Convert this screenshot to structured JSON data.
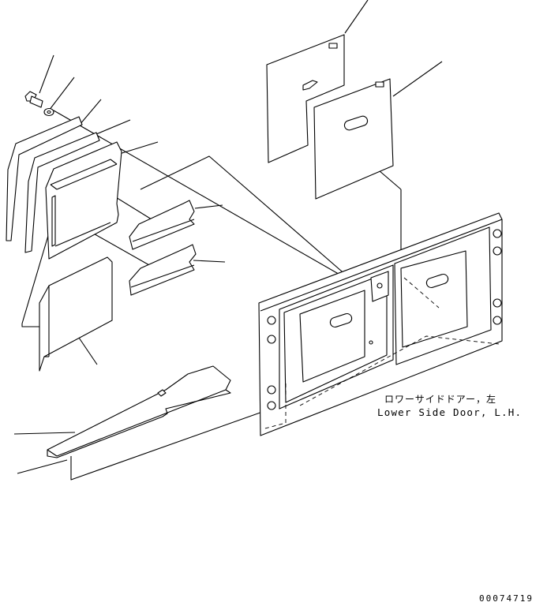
{
  "caption": {
    "japanese": "ロワーサイドドアー，左",
    "english": "Lower Side Door, L.H."
  },
  "drawing_id": "00074719"
}
